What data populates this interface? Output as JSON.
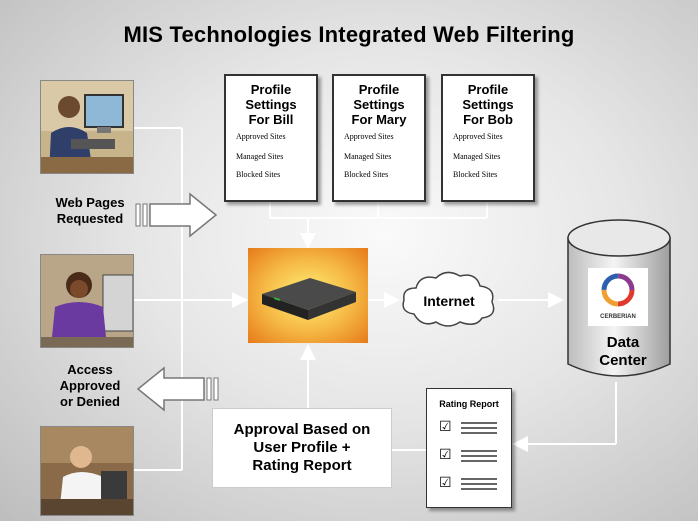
{
  "title": "MIS Technologies Integrated Web Filtering",
  "labels": {
    "web_pages_requested": [
      "Web Pages",
      "Requested"
    ],
    "access_result": [
      "Access",
      "Approved",
      "or Denied"
    ],
    "internet": "Internet",
    "data_center": [
      "Data",
      "Center"
    ],
    "approval": [
      "Approval Based on",
      "User Profile +",
      "Rating Report"
    ]
  },
  "profiles": [
    {
      "title": [
        "Profile",
        "Settings",
        "For Bill"
      ],
      "lines": [
        "Approved Sites",
        "Managed Sites",
        "Blocked Sites"
      ]
    },
    {
      "title": [
        "Profile",
        "Settings",
        "For Mary"
      ],
      "lines": [
        "Approved Sites",
        "Managed Sites",
        "Blocked Sites"
      ]
    },
    {
      "title": [
        "Profile",
        "Settings",
        "For Bob"
      ],
      "lines": [
        "Approved Sites",
        "Managed Sites",
        "Blocked Sites"
      ]
    }
  ],
  "report": {
    "title": "Rating Report",
    "rows": 3,
    "check_glyph": "☑"
  },
  "logo_text": "CERBERIAN",
  "colors": {
    "connector": "#ffffff",
    "device_glow": "#f5b642",
    "logo": [
      "#e03a2e",
      "#f0a030",
      "#2d5fae",
      "#8b3b8f"
    ]
  }
}
